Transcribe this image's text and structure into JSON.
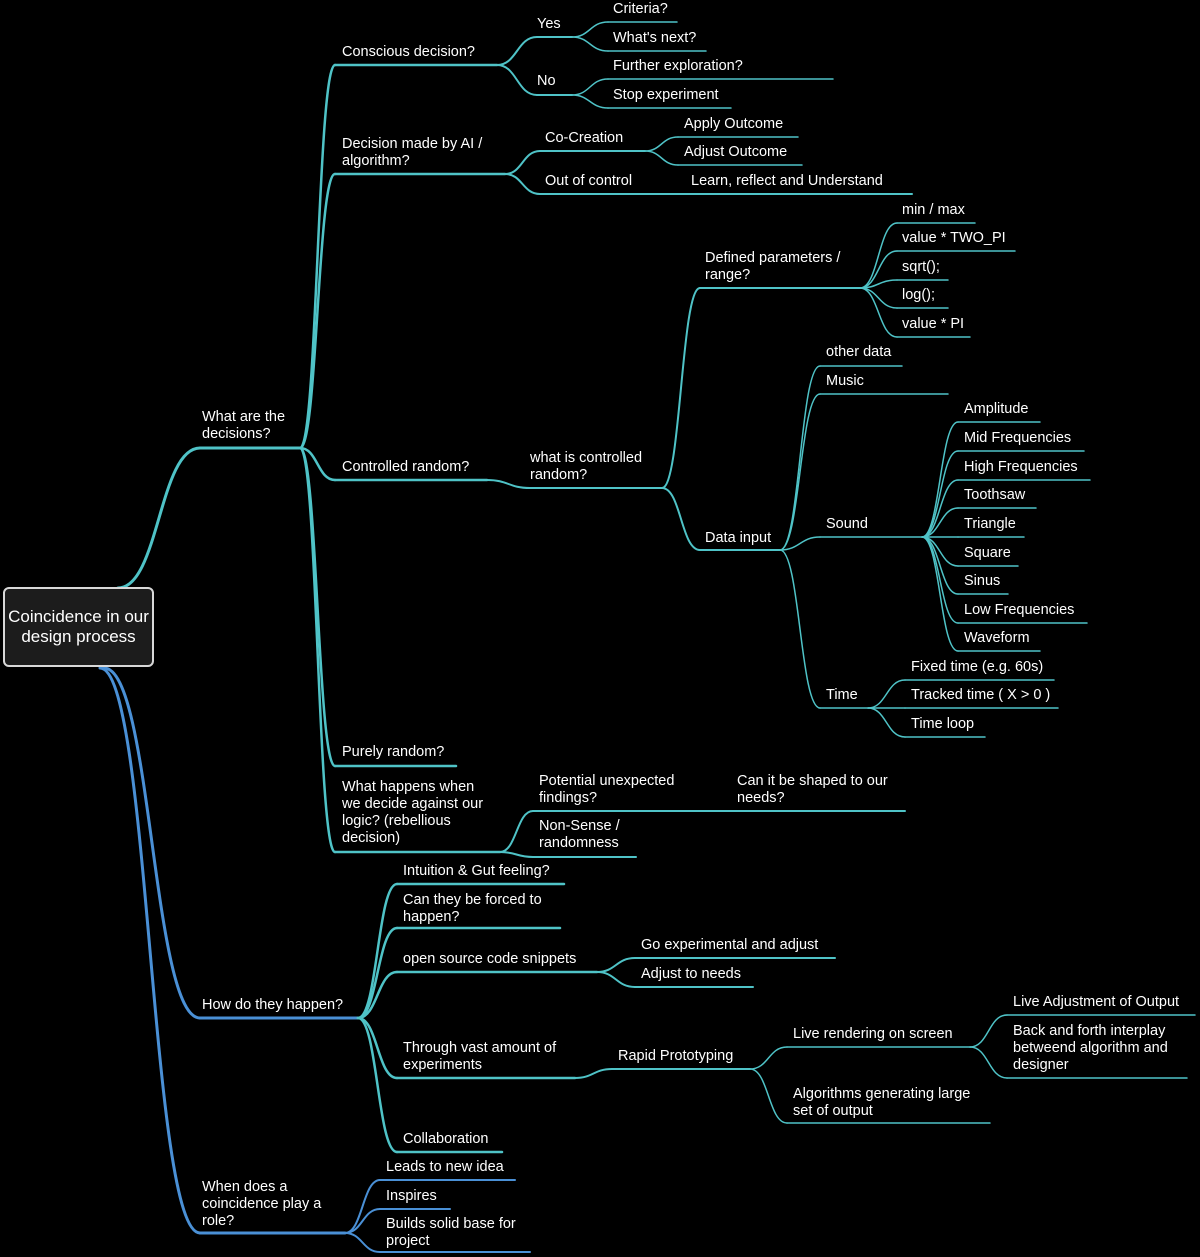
{
  "colors": {
    "teal": "#4fc3c7",
    "blue": "#4a90d6",
    "background": "#000000",
    "root_border": "#d8d8d8"
  },
  "root": {
    "label": "Coincidence in our design process"
  },
  "nodes": {
    "decisions": "What are the decisions?",
    "conscious": "Conscious decision?",
    "yes": "Yes",
    "criteria": "Criteria?",
    "whats_next": "What's next?",
    "no": "No",
    "further": "Further exploration?",
    "stop": "Stop experiment",
    "ai": "Decision made by AI / algorithm?",
    "cocreation": "Co-Creation",
    "apply": "Apply Outcome",
    "adjust_out": "Adjust Outcome",
    "outctrl": "Out of control",
    "learn": "Learn, reflect and Understand",
    "controlled": "Controlled random?",
    "what_controlled": "what is controlled random?",
    "defined": "Defined parameters / range?",
    "minmax": "min / max",
    "twopi": "value * TWO_PI",
    "sqrt": "sqrt();",
    "log": "log();",
    "pi": "value * PI",
    "datainput": "Data input",
    "otherdata": "other data",
    "music": "Music",
    "sound": "Sound",
    "amplitude": "Amplitude",
    "midfreq": "Mid Frequencies",
    "highfreq": "High Frequencies",
    "toothsaw": "Toothsaw",
    "triangle": "Triangle",
    "square": "Square",
    "sinus": "Sinus",
    "lowfreq": "Low Frequencies",
    "waveform": "Waveform",
    "time": "Time",
    "fixedtime": "Fixed time (e.g. 60s)",
    "trackedtime": "Tracked time ( X > 0 )",
    "timeloop": "Time loop",
    "purely": "Purely random?",
    "against": "What happens when we decide against our logic? (rebellious decision)",
    "potential": "Potential unexpected findings?",
    "shaped": "Can it be shaped to our needs?",
    "nonsense": "Non-Sense / randomness",
    "how": "How do they happen?",
    "intuition": "Intuition & Gut feeling?",
    "forced": "Can they be forced to happen?",
    "opensource": "open source code snippets",
    "goexp": "Go experimental and adjust",
    "adjneeds": "Adjust to needs",
    "vast": "Through vast amount of experiments",
    "rapid": "Rapid Prototyping",
    "liverender": "Live rendering on screen",
    "liveadj": "Live Adjustment of Output",
    "backforth": "Back and forth interplay betweend algorithm and designer",
    "algolarge": "Algorithms generating large set of output",
    "collab": "Collaboration",
    "when": "When does a coincidence play a role?",
    "leads": "Leads to new idea",
    "inspires": "Inspires",
    "builds": "Builds solid base for project"
  }
}
